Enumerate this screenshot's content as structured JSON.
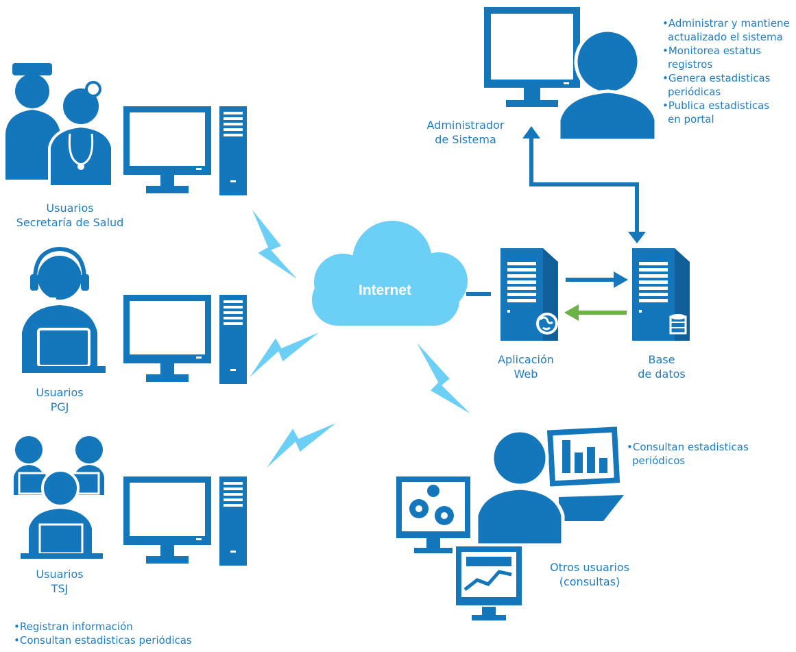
{
  "colors": {
    "primary": "#1577bb",
    "light": "#6ccff6",
    "green": "#6ab243",
    "text": "#1f7dc2"
  },
  "icons": [
    "nurse-doctor-icon",
    "headset-operator-icon",
    "group-users-icon",
    "desktop-computer-icon",
    "admin-person-icon",
    "server-icon",
    "globe-icon",
    "database-icon",
    "cloud-icon",
    "lightning-icon",
    "analyst-person-icon",
    "gears-monitor-icon",
    "chart-monitor-icon"
  ],
  "nodes": {
    "salud": {
      "line1": "Usuarios",
      "line2": "Secretaría de Salud"
    },
    "pgj": {
      "line1": "Usuarios",
      "line2": "PGJ"
    },
    "tsj": {
      "line1": "Usuarios",
      "line2": "TSJ"
    },
    "internet": {
      "label": "Internet"
    },
    "app": {
      "line1": "Aplicación",
      "line2": "Web"
    },
    "db": {
      "line1": "Base",
      "line2": "de datos"
    },
    "admin": {
      "line1": "Administrador",
      "line2": "de Sistema"
    },
    "otros": {
      "line1": "Otros usuarios",
      "line2": "(consultas)"
    }
  },
  "admin_tasks": [
    "•Administrar y mantiene",
    "actualizado el sistema",
    "•Monitorea estatus",
    "registros",
    "•Genera estadisticas",
    "periódicas",
    "•Publica estadisticas",
    "en portal"
  ],
  "otros_tasks": [
    "•Consultan estadisticas",
    "periódicos"
  ],
  "user_tasks": [
    "•Registran información",
    "•Consultan estadisticas periódicas"
  ]
}
